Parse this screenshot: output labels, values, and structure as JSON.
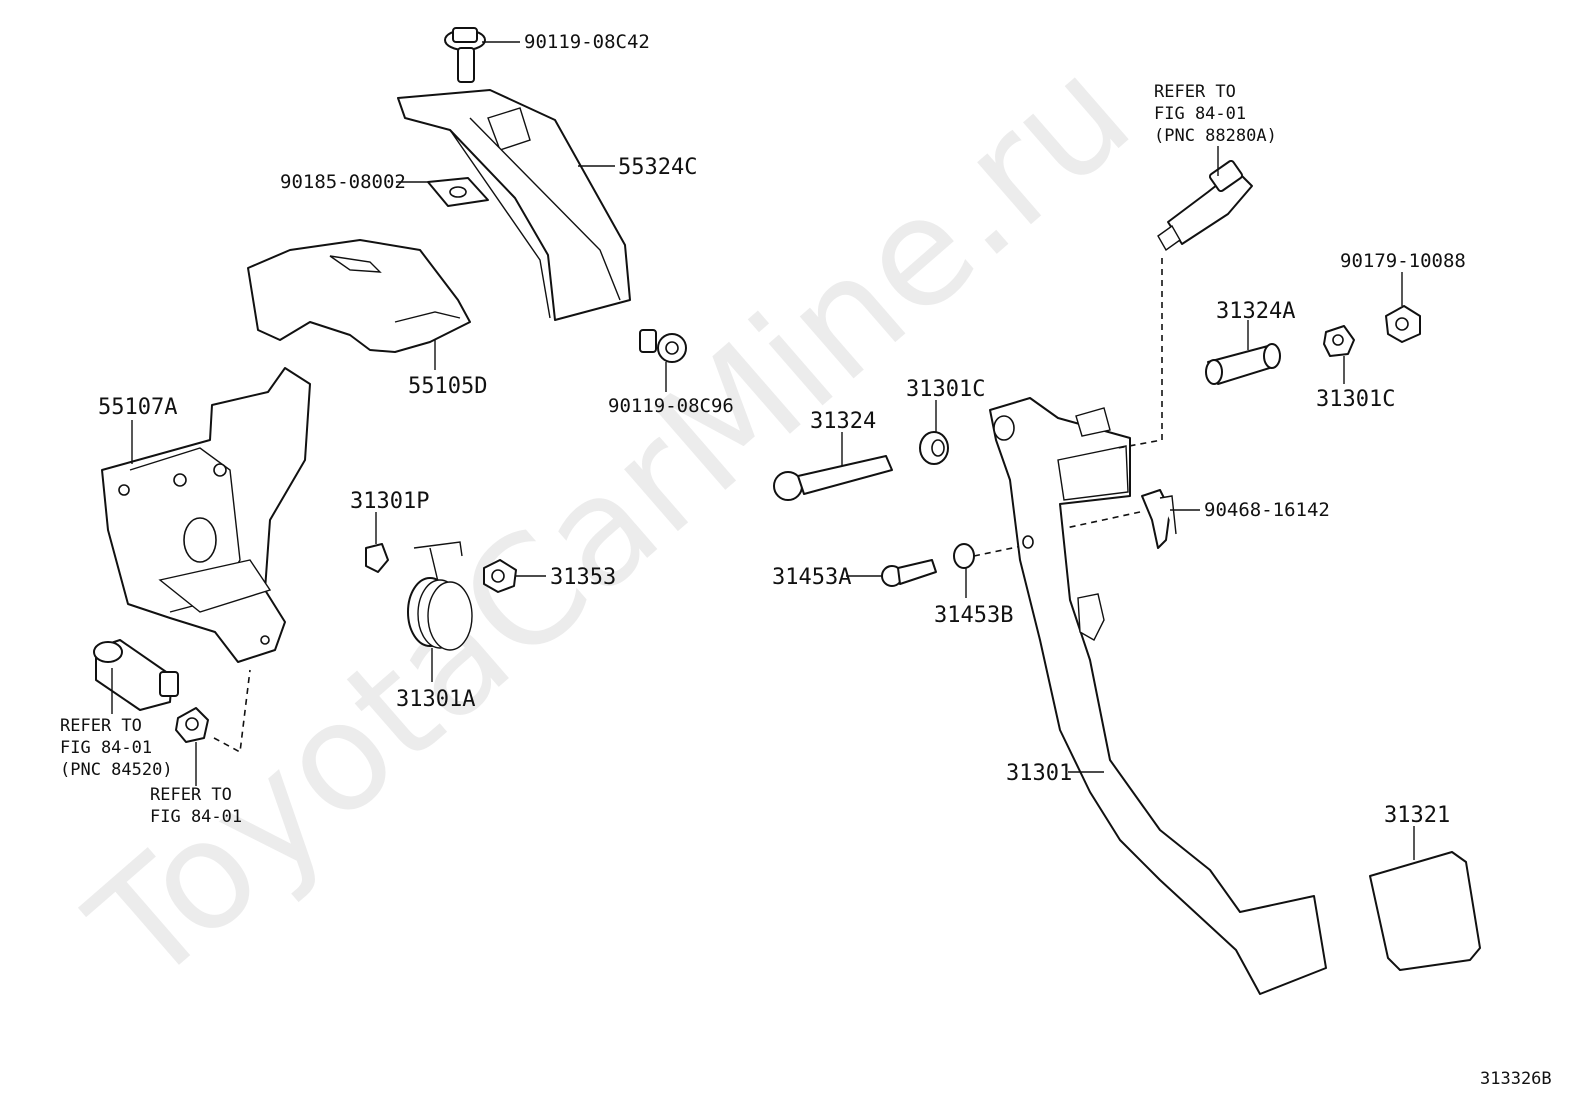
{
  "watermark": "ToyotaCarMine.ru",
  "figure_code": "313326B",
  "callouts": {
    "p90119_08C42": "90119-08C42",
    "p55324C": "55324C",
    "p90185_08002": "90185-08002",
    "p55105D": "55105D",
    "p90119_08C96": "90119-08C96",
    "p55107A": "55107A",
    "p31301P": "31301P",
    "p31353": "31353",
    "p31301A": "31301A",
    "p31324": "31324",
    "p31301C_left": "31301C",
    "p31453A": "31453A",
    "p31453B": "31453B",
    "p31324A": "31324A",
    "p31301C_right": "31301C",
    "p90179_10088": "90179-10088",
    "p90468_16142": "90468-16142",
    "p31301": "31301",
    "p31321": "31321"
  },
  "refer_top_right": [
    "REFER TO",
    "FIG 84-01",
    "(PNC 88280A)"
  ],
  "refer_bottom_left": [
    "REFER TO",
    "FIG 84-01",
    "(PNC 84520)"
  ],
  "refer_bottom_mid": [
    "REFER TO",
    "FIG 84-01"
  ]
}
